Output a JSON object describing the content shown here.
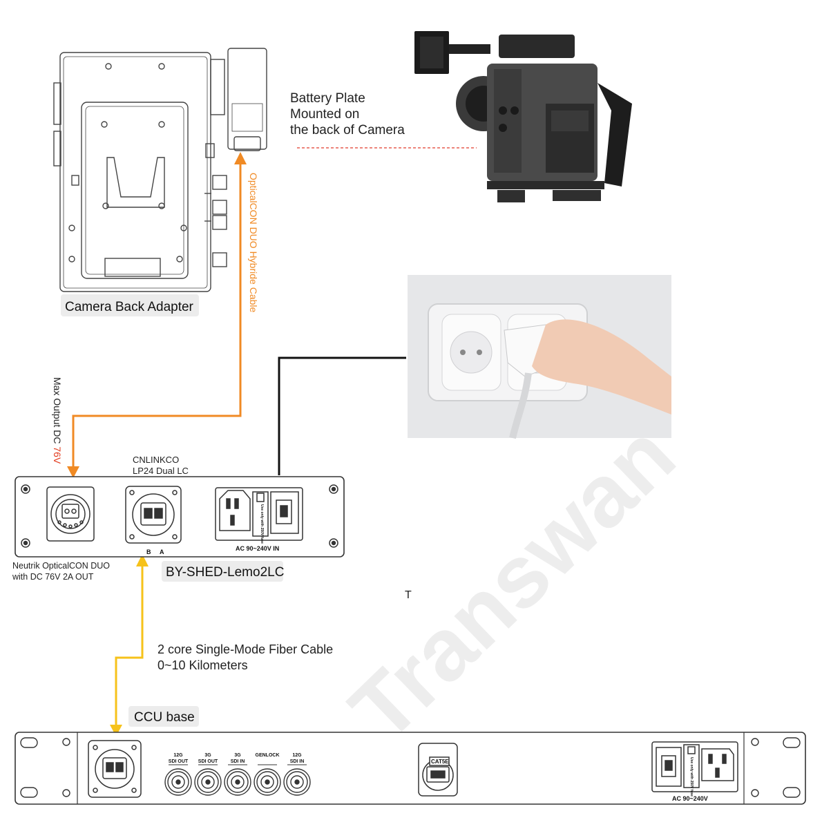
{
  "camera_back_adapter": {
    "label": "Camera Back Adapter"
  },
  "battery_plate_note": {
    "line1": "Battery Plate",
    "line2": "Mounted on",
    "line3": "the back of Camera"
  },
  "hybrid_cable": {
    "label": "OpticalCON DUO Hybride Cable",
    "color": "#f08a24"
  },
  "max_output": {
    "prefix": "Max Output DC ",
    "value": "76V",
    "value_color": "#e23b1e"
  },
  "shed_box": {
    "name": "BY-SHED-Lemo2LC",
    "connector_top_line1": "CNLINKCO",
    "connector_top_line2": "LP24 Dual LC",
    "port_b": "B",
    "port_a": "A",
    "power_label": "AC 90~240V IN",
    "fuse_text": "Use only with 250V fuse",
    "left_connector_line1": "Neutrik OpticalCON DUO",
    "left_connector_line2": "with DC 76V 2A  OUT"
  },
  "fiber_cable": {
    "line1": "2 core Single-Mode Fiber Cable",
    "line2": "0~10 Kilometers",
    "color": "#f6c21a"
  },
  "ccu": {
    "label": "CCU base",
    "ports": [
      {
        "top": "12G",
        "bottom": "SDI OUT"
      },
      {
        "top": "3G",
        "bottom": "SDI OUT"
      },
      {
        "top": "3G",
        "bottom": "SDI IN"
      },
      {
        "top": "GENLOCK",
        "bottom": ""
      },
      {
        "top": "12G",
        "bottom": "SDI IN"
      }
    ],
    "cat_label": "CAT5E",
    "power_label": "AC 90~240V"
  },
  "misc": {
    "stray_t": "T",
    "watermark": "Transwan"
  }
}
